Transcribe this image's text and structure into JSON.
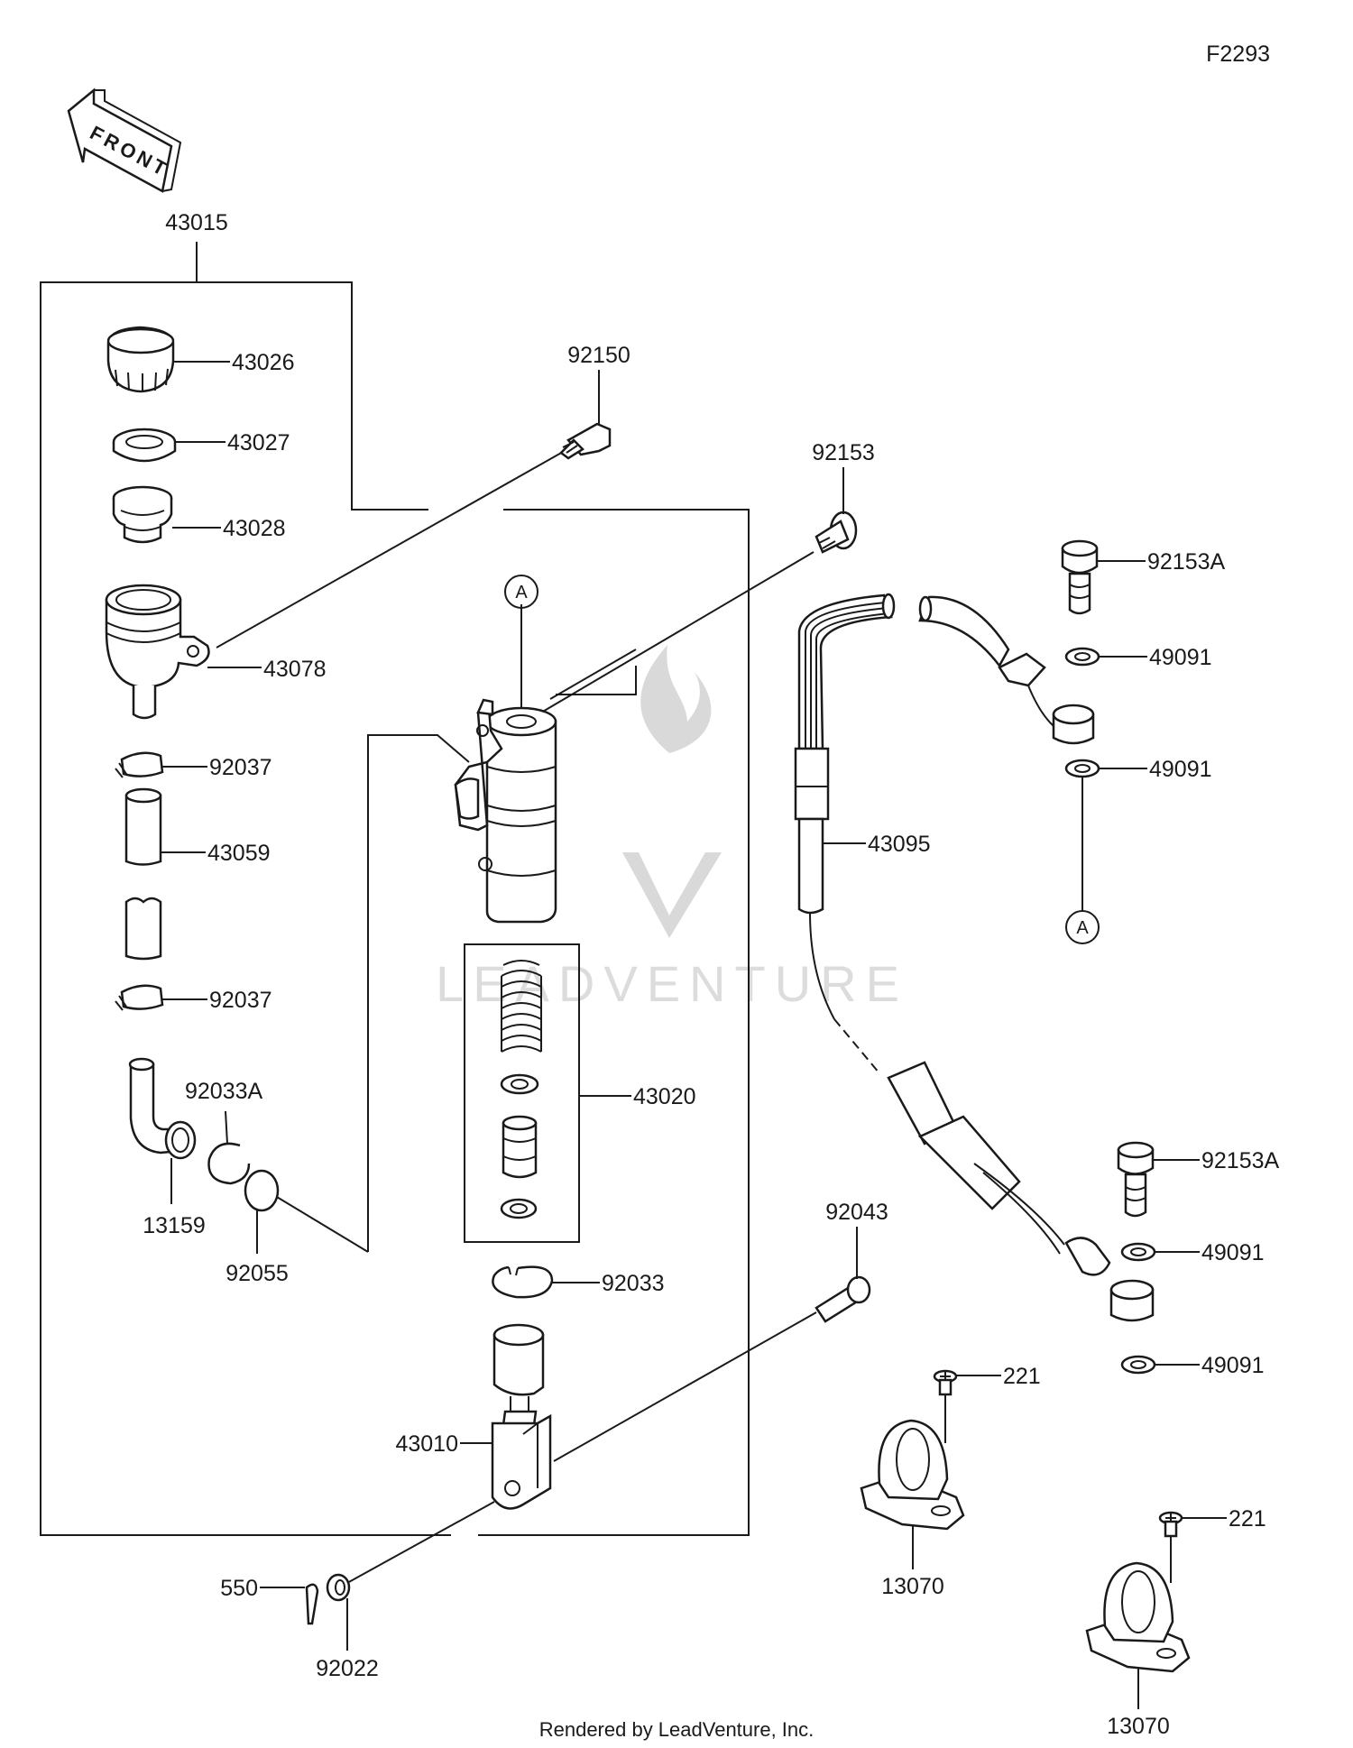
{
  "figure_code": "F2293",
  "front_label": "FRONT",
  "watermark_text": "LEADVENTURE",
  "reference_marker": "A",
  "footer": "Rendered by LeadVenture, Inc.",
  "part_labels": {
    "p43015": "43015",
    "p43026": "43026",
    "p43027": "43027",
    "p43028": "43028",
    "p43078": "43078",
    "p92037a": "92037",
    "p43059": "43059",
    "p92037b": "92037",
    "p92033A": "92033A",
    "p13159": "13159",
    "p92055": "92055",
    "p92150": "92150",
    "p92153": "92153",
    "p43020": "43020",
    "p92033": "92033",
    "p43010": "43010",
    "p550": "550",
    "p92022": "92022",
    "p92043": "92043",
    "p43095": "43095",
    "p92153A_top": "92153A",
    "p49091_1": "49091",
    "p49091_2": "49091",
    "p92153A_bottom": "92153A",
    "p49091_3": "49091",
    "p49091_4": "49091",
    "p221_1": "221",
    "p221_2": "221",
    "p13070_1": "13070",
    "p13070_2": "13070"
  },
  "colors": {
    "ink": "#1a1a1a",
    "background": "#ffffff",
    "watermark": "#d9d9d9"
  }
}
